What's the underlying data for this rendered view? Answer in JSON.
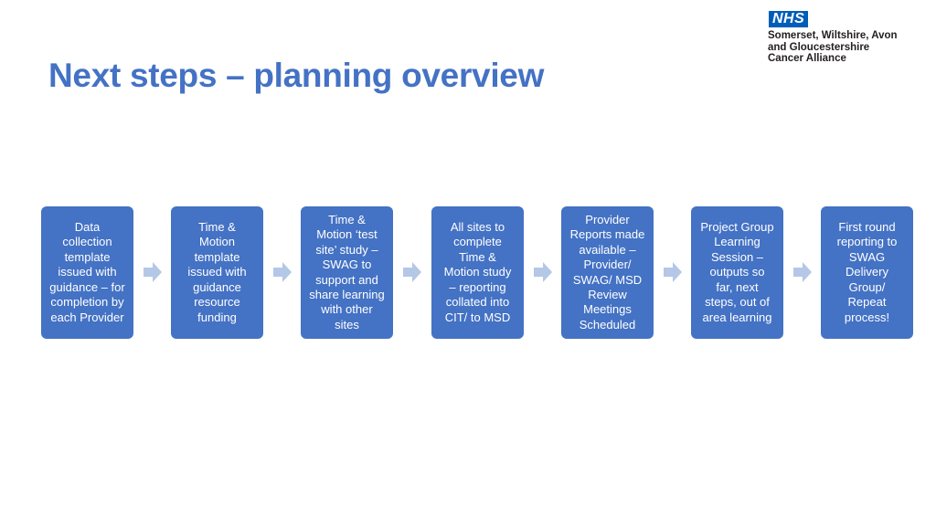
{
  "slide": {
    "title": "Next steps – planning overview"
  },
  "logo": {
    "badge": "NHS",
    "lines": [
      "Somerset, Wiltshire, Avon",
      "and Gloucestershire",
      "Cancer Alliance"
    ]
  },
  "colors": {
    "accent": "#4472C4",
    "arrow": "#B4C7E7",
    "nhs_blue": "#005EB8"
  },
  "steps": [
    {
      "label": "Data\ncollection\ntemplate\nissued with\nguidance – for\ncompletion by\neach Provider"
    },
    {
      "label": "Time &\nMotion\ntemplate\nissued with\nguidance\nresource\nfunding"
    },
    {
      "label": "Time &\nMotion ‘test\nsite’ study –\nSWAG to\nsupport and\nshare learning\nwith other\nsites"
    },
    {
      "label": "All sites to\ncomplete\nTime &\nMotion study\n– reporting\ncollated into\nCIT/ to MSD"
    },
    {
      "label": "Provider\nReports made\navailable –\nProvider/\nSWAG/ MSD\nReview\nMeetings\nScheduled"
    },
    {
      "label": "Project Group\nLearning\nSession –\noutputs so\nfar, next\nsteps, out of\narea learning"
    },
    {
      "label": "First round\nreporting to\nSWAG\nDelivery\nGroup/\nRepeat\nprocess!"
    }
  ],
  "connector_icon": "right-arrow-icon"
}
